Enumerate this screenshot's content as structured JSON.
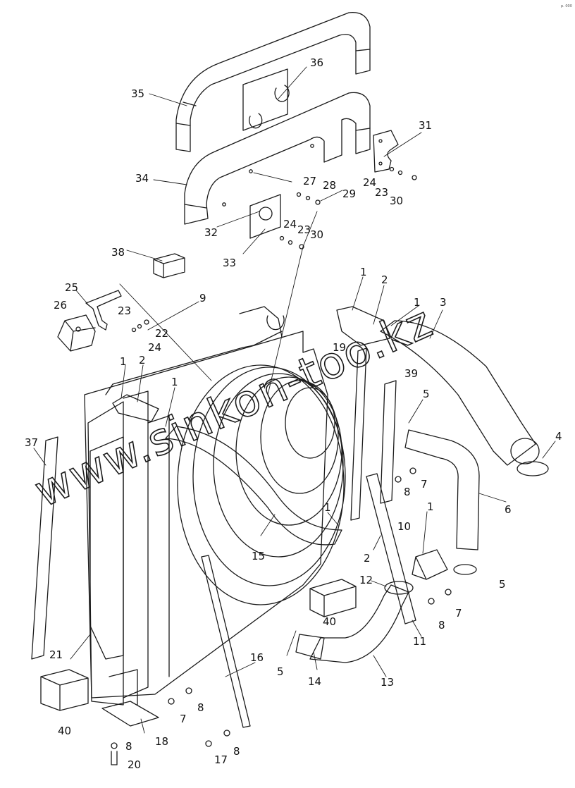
{
  "watermark": "www.sinkon-too.kz",
  "corner_tag": "p. 000",
  "colors": {
    "line": "#1a1a1a",
    "background": "#ffffff"
  },
  "callouts": [
    {
      "id": "c35",
      "label": "35"
    },
    {
      "id": "c36",
      "label": "36"
    },
    {
      "id": "c31",
      "label": "31"
    },
    {
      "id": "c34",
      "label": "34"
    },
    {
      "id": "c27",
      "label": "27"
    },
    {
      "id": "c28",
      "label": "28"
    },
    {
      "id": "c29",
      "label": "29"
    },
    {
      "id": "c24a",
      "label": "24"
    },
    {
      "id": "c23a",
      "label": "23"
    },
    {
      "id": "c30a",
      "label": "30"
    },
    {
      "id": "c32",
      "label": "32"
    },
    {
      "id": "c24b",
      "label": "24"
    },
    {
      "id": "c23b",
      "label": "23"
    },
    {
      "id": "c30b",
      "label": "30"
    },
    {
      "id": "c33",
      "label": "33"
    },
    {
      "id": "c38",
      "label": "38"
    },
    {
      "id": "c25",
      "label": "25"
    },
    {
      "id": "c26",
      "label": "26"
    },
    {
      "id": "c23c",
      "label": "23"
    },
    {
      "id": "c22",
      "label": "22"
    },
    {
      "id": "c24c",
      "label": "24"
    },
    {
      "id": "c9",
      "label": "9"
    },
    {
      "id": "c1a",
      "label": "1"
    },
    {
      "id": "c2a",
      "label": "2"
    },
    {
      "id": "c1b",
      "label": "1"
    },
    {
      "id": "c3",
      "label": "3"
    },
    {
      "id": "c19",
      "label": "19"
    },
    {
      "id": "c39",
      "label": "39"
    },
    {
      "id": "c1c",
      "label": "1"
    },
    {
      "id": "c2b",
      "label": "2"
    },
    {
      "id": "c1d",
      "label": "1"
    },
    {
      "id": "c5a",
      "label": "5"
    },
    {
      "id": "c37",
      "label": "37"
    },
    {
      "id": "c4",
      "label": "4"
    },
    {
      "id": "c8a",
      "label": "8"
    },
    {
      "id": "c7a",
      "label": "7"
    },
    {
      "id": "c6",
      "label": "6"
    },
    {
      "id": "c1e",
      "label": "1"
    },
    {
      "id": "c1f",
      "label": "1"
    },
    {
      "id": "c10",
      "label": "10"
    },
    {
      "id": "c2c",
      "label": "2"
    },
    {
      "id": "c15",
      "label": "15"
    },
    {
      "id": "c12",
      "label": "12"
    },
    {
      "id": "c5b",
      "label": "5"
    },
    {
      "id": "c7b",
      "label": "7"
    },
    {
      "id": "c8b",
      "label": "8"
    },
    {
      "id": "c40a",
      "label": "40"
    },
    {
      "id": "c11",
      "label": "11"
    },
    {
      "id": "c21",
      "label": "21"
    },
    {
      "id": "c5c",
      "label": "5"
    },
    {
      "id": "c16",
      "label": "16"
    },
    {
      "id": "c14",
      "label": "14"
    },
    {
      "id": "c13",
      "label": "13"
    },
    {
      "id": "c8c",
      "label": "8"
    },
    {
      "id": "c7c",
      "label": "7"
    },
    {
      "id": "c40b",
      "label": "40"
    },
    {
      "id": "c18",
      "label": "18"
    },
    {
      "id": "c8d",
      "label": "8"
    },
    {
      "id": "c17",
      "label": "17"
    },
    {
      "id": "c8e",
      "label": "8"
    },
    {
      "id": "c20",
      "label": "20"
    }
  ]
}
